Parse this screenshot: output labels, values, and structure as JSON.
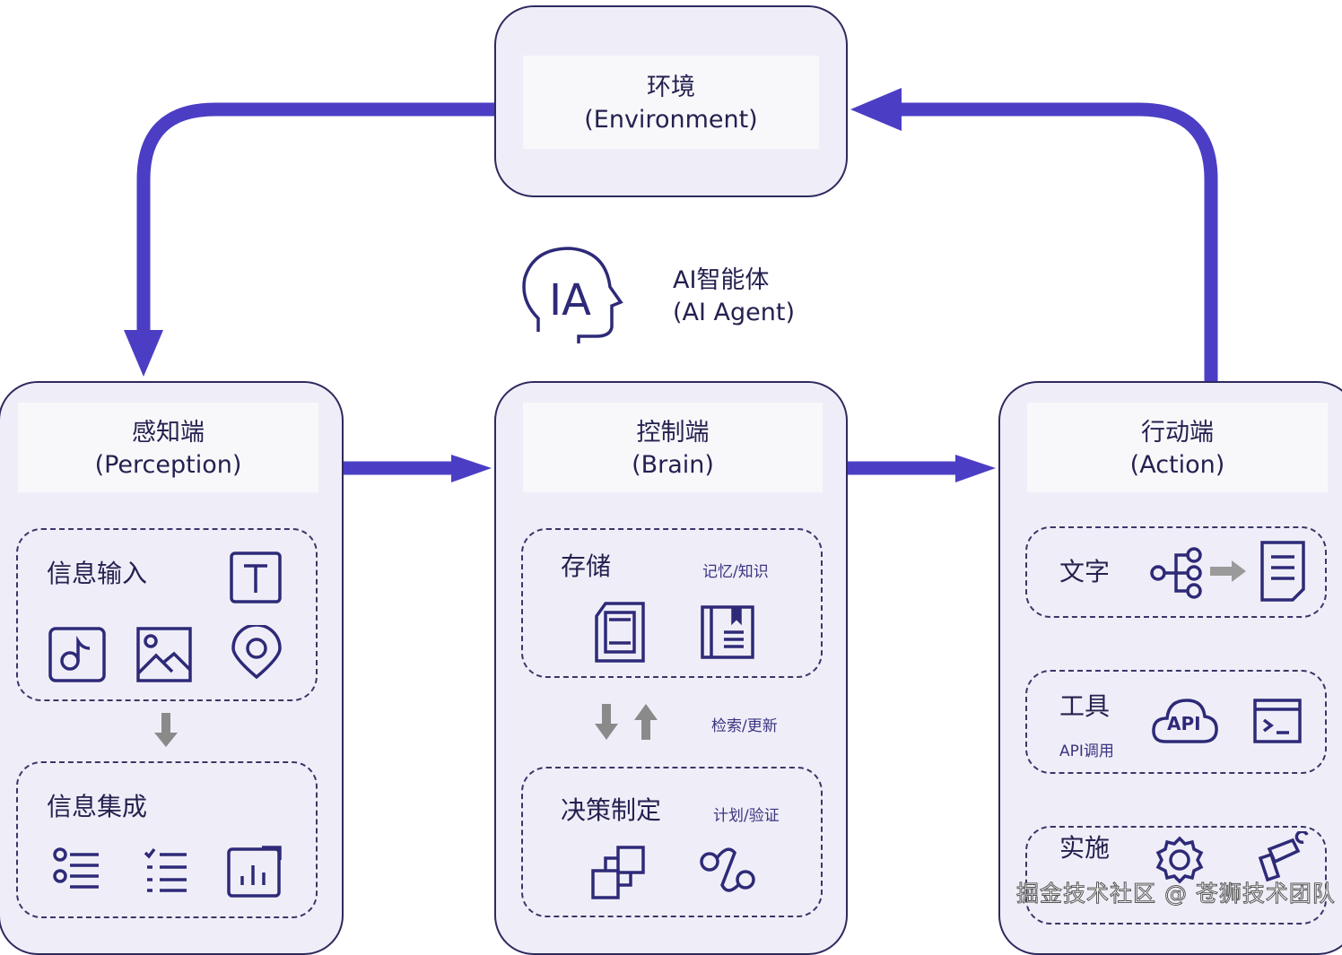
{
  "environment": {
    "title": "环境",
    "subtitle": "(Environment)"
  },
  "agent": {
    "title": "AI智能体",
    "subtitle": "(AI Agent)",
    "icon_text": "IA"
  },
  "perception": {
    "title": "感知端",
    "subtitle": "(Perception)",
    "input": {
      "label": "信息输入",
      "icons": [
        "text-icon",
        "music-icon",
        "image-icon",
        "location-icon"
      ]
    },
    "integration": {
      "label": "信息集成",
      "icons": [
        "list-icon",
        "checklist-icon",
        "chart-icon"
      ]
    }
  },
  "brain": {
    "title": "控制端",
    "subtitle": "(Brain)",
    "storage": {
      "label": "存储",
      "note": "记忆/知识",
      "icons": [
        "sd-card-icon",
        "book-icon"
      ]
    },
    "exchange_note": "检索/更新",
    "decision": {
      "label": "决策制定",
      "note": "计划/验证",
      "icons": [
        "flow-icon",
        "path-icon"
      ]
    }
  },
  "action": {
    "title": "行动端",
    "subtitle": "(Action)",
    "text": {
      "label": "文字"
    },
    "tools": {
      "label": "工具",
      "note": "API调用",
      "api_text": "API"
    },
    "embodiment": {
      "label": "实施"
    }
  },
  "watermark": "掘金技术社区 @ 苍狮技术团队",
  "colors": {
    "arrow": "#4b3ec4",
    "border": "#2d2a5e",
    "panel": "#efeef8"
  }
}
